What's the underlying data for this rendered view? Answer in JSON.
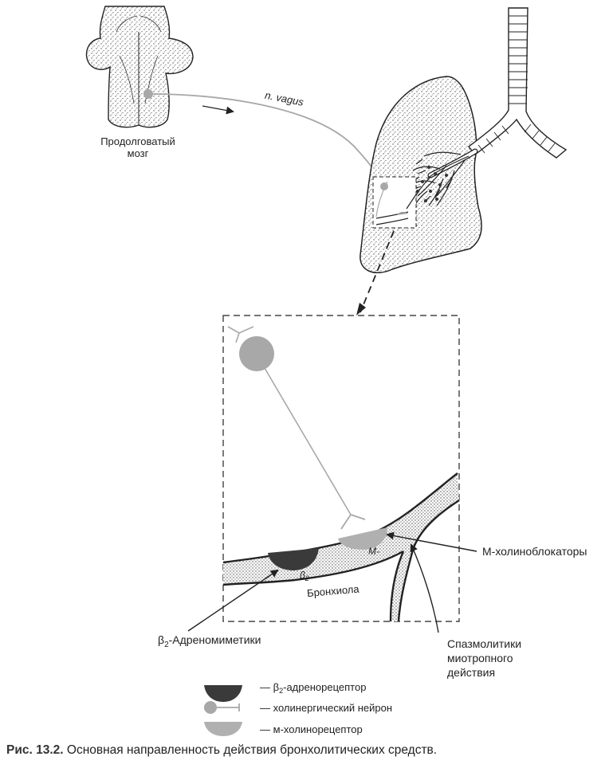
{
  "labels": {
    "medulla_line1": "Продолговатый",
    "medulla_line2": "мозг",
    "vagus": "n. vagus",
    "m_blockers": "М-холиноблокаторы",
    "beta2_prefix": "β",
    "beta2_sub": "2",
    "beta2_agonists_rest": "-Адреномиметики",
    "bronchiole": "Бронхиола",
    "receptor_beta_mark": "β",
    "receptor_beta_sub": "2",
    "receptor_m_mark": "М-",
    "spasmolytics_line1": "Спазмолитики",
    "spasmolytics_line2": "миотропного",
    "spasmolytics_line3": "действия"
  },
  "legend": [
    {
      "dash": "— ",
      "prefix": "β",
      "sub": "2",
      "text": "-адренорецептор",
      "symbol": "dark-half-disc"
    },
    {
      "dash": "— ",
      "prefix": "",
      "sub": "",
      "text": "холинергический нейрон",
      "symbol": "neuron"
    },
    {
      "dash": "— ",
      "prefix": "",
      "sub": "",
      "text": "м-холинорецептор",
      "symbol": "gray-half-disc"
    }
  ],
  "caption": {
    "label": "Рис. 13.2.",
    "text": " Основная направленность действия бронхолитических средств."
  },
  "colors": {
    "ink": "#222222",
    "stipple": "#555555",
    "neuron_gray": "#a8a8a8",
    "beta_receptor": "#3a3a3a",
    "m_receptor": "#b0b0b0"
  }
}
